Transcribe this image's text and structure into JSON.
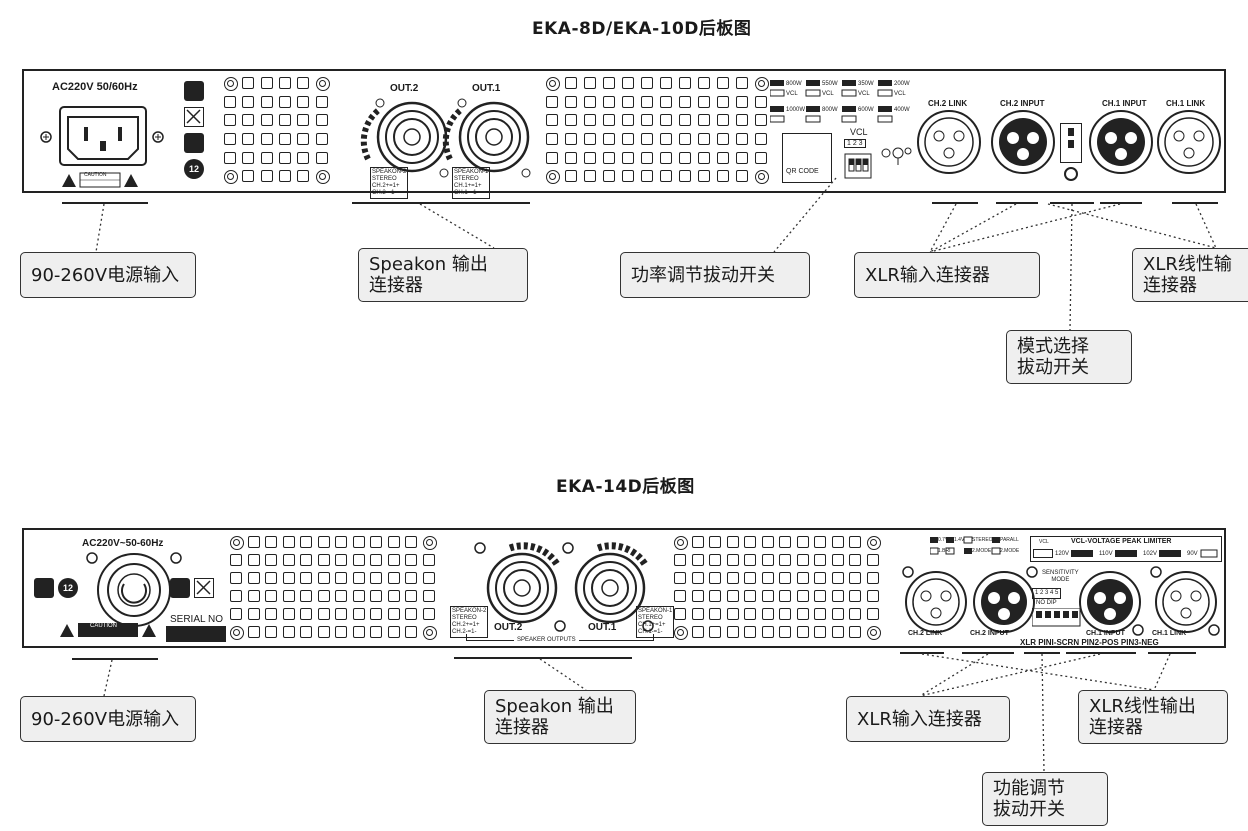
{
  "top": {
    "title": "EKA-8D/EKA-10D后板图",
    "power_label": "AC220V  50/60Hz",
    "caution": "CAUTION",
    "out2": "OUT.2",
    "out1": "OUT.1",
    "qr": "QR CODE",
    "vcl": "VCL",
    "vcl_nums": "1 2 3",
    "ch2_link": "CH.2 LINK",
    "ch2_input": "CH.2 INPUT",
    "ch1_input": "CH.1 INPUT",
    "ch1_link": "CH.1 LINK",
    "speakon_note": "SPEAKON-2\nSTEREO\nCH.2+=1+\nCH.2-=1-",
    "speakon_note1": "SPEAKON-1\nSTEREO\nCH.1+=1+\nCH.1-=1-",
    "power_switches": [
      "800W",
      "550W",
      "350W",
      "200W",
      "1000W",
      "800W",
      "600W",
      "400W"
    ],
    "switch_vcl": "VCL",
    "callouts": {
      "power_in": "90-260V电源输入",
      "speakon": "Speakon 输出\n连接器",
      "power_dip": "功率调节拔动开关",
      "xlr_in": "XLR输入连接器",
      "xlr_link": "XLR线性输\n连接器",
      "mode": "模式选择\n拔动开关"
    }
  },
  "bottom": {
    "title": "EKA-14D后板图",
    "power_label": "AC220V~50-60Hz",
    "caution": "CAUTION",
    "serial": "SERIAL NO",
    "out2": "OUT.2",
    "out1": "OUT.1",
    "speaker_outputs": "SPEAKER OUTPUTS",
    "ch2_link": "CH.2 LINK",
    "ch2_input": "CH.2 INPUT",
    "ch1_input": "CH.1 INPUT",
    "ch1_link": "CH.1 LINK",
    "xlr_pins": "XLR PINI-SCRN PIN2-POS PIN3-NEG",
    "vcl_header": "VCL-VOLTAGE PEAK LIMITER",
    "vcl_values": [
      "120V",
      "110V",
      "102V",
      "90V"
    ],
    "vcl_small": "VCL",
    "sens_mode": "SENSITIVITY\nMODE",
    "dip_nums": "1 2 3 4 5",
    "no_dip": "NO    DIP",
    "sens_opts": [
      "0.7V",
      "1.4V",
      "1.0V",
      "PARALL",
      "STEREO",
      "BRIDGE"
    ],
    "sens_opts2": [
      "1.BRI",
      "2.MODE",
      "2.MODE"
    ],
    "speakon_note": "SPEAKON-2\nSTEREO\nCH.2+=1+\nCH.2-=1-",
    "speakon_note1": "SPEAKON-1\nSTEREO\nCH.1+=1+\nCH.1-=1-",
    "callouts": {
      "power_in": "90-260V电源输入",
      "speakon": "Speakon 输出\n连接器",
      "xlr_in": "XLR输入连接器",
      "xlr_link": "XLR线性输出\n连接器",
      "func": "功能调节\n拔动开关"
    }
  }
}
